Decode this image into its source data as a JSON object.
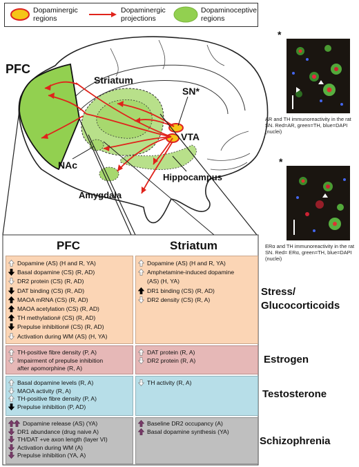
{
  "legend": {
    "dopaminergic_regions": "Dopaminergic regions",
    "dopaminergic_projections": "Dopaminergic projections",
    "dopaminoceptive_regions": "Dopaminoceptive regions"
  },
  "colors": {
    "dopaminergic_fill": "#f5c518",
    "dopaminergic_stroke": "#d22",
    "projection": "#e0231b",
    "dopaminoceptive": "#92d050",
    "stress_bg": "#fbd5b5",
    "estrogen_bg": "#e6b8b7",
    "testosterone_bg": "#b7dee8",
    "schizophrenia_bg": "#bfbfbf",
    "arrow_up_open": "#ffffff",
    "arrow_black": "#000000",
    "arrow_purple": "#7a3b6a"
  },
  "brain_labels": {
    "pfc": "PFC",
    "striatum": "Striatum",
    "sn": "SN*",
    "vta": "VTA",
    "nac": "NAc",
    "hippocampus": "Hippocampus",
    "amygdala": "Amygdala"
  },
  "columns": {
    "pfc": "PFC",
    "striatum": "Striatum"
  },
  "categories": {
    "stress": "Stress/ Glucocorticoids",
    "stress_line1": "Stress/",
    "stress_line2": "Glucocorticoids",
    "estrogen": "Estrogen",
    "testosterone": "Testosterone",
    "schizophrenia": "Schizophrenia"
  },
  "pfc": {
    "stress": [
      {
        "arrow": "up-open",
        "text": "Dopamine (AS) (H and R, YA)"
      },
      {
        "arrow": "down-black",
        "text": "Basal dopamine (CS) (R, AD)"
      },
      {
        "arrow": "down-open",
        "text": "DR2 protein (CS) (R, AD)"
      },
      {
        "arrow": "down-black",
        "text": "DAT binding (CS) (R, AD)"
      },
      {
        "arrow": "up-black",
        "text": "MAOA mRNA (CS) (R, AD)"
      },
      {
        "arrow": "up-black",
        "text": "MAOA acetylation (CS) (R, AD)"
      },
      {
        "arrow": "up-black",
        "text": "TH methylation# (CS) (R, AD)"
      },
      {
        "arrow": "down-black",
        "text": "Prepulse inhibition# (CS) (R, AD)"
      },
      {
        "arrow": "down-open",
        "text": "Activation during WM (AS) (H, YA)"
      }
    ],
    "estrogen": [
      {
        "arrow": "up-open",
        "text": "TH-positive fibre density (P, A)"
      },
      {
        "arrow": "down-open",
        "text": "Impairment of prepulse inhibition"
      },
      {
        "arrow": "none",
        "text": "after apomorphine (R, A)"
      }
    ],
    "testosterone": [
      {
        "arrow": "up-open",
        "text": "Basal dopamine levels (R, A)"
      },
      {
        "arrow": "down-open",
        "text": "MAOA activity (R, A)"
      },
      {
        "arrow": "up-open",
        "text": "TH-positive fibre density (P, A)"
      },
      {
        "arrow": "down-black",
        "text": "Prepulse inhibition (P, AD)"
      }
    ],
    "schizophrenia": [
      {
        "arrow": "up-purple-double",
        "text": "Dopamine release (AS) (YA)"
      },
      {
        "arrow": "down-purple",
        "text": "DR1 abundance (drug naive A)"
      },
      {
        "arrow": "down-purple",
        "text": "TH/DAT +ve axon length (layer VI)"
      },
      {
        "arrow": "down-purple",
        "text": "Activation during WM (A)"
      },
      {
        "arrow": "down-purple",
        "text": "Prepulse inhibition (YA, A)"
      }
    ]
  },
  "striatum": {
    "stress": [
      {
        "arrow": "up-open",
        "text": "Dopamine (AS) (H and R, YA)"
      },
      {
        "arrow": "up-open",
        "text": "Amphetamine-induced dopamine"
      },
      {
        "arrow": "none",
        "text": "(AS) (H, YA)"
      },
      {
        "arrow": "up-black",
        "text": "DR1 binding (CS) (R, AD)"
      },
      {
        "arrow": "down-open",
        "text": "DR2 density (CS) (R, A)"
      }
    ],
    "estrogen": [
      {
        "arrow": "up-open",
        "text": "DAT protein (R, A)"
      },
      {
        "arrow": "down-open",
        "text": "DR2 protein (R, A)"
      }
    ],
    "testosterone": [
      {
        "arrow": "down-open",
        "text": "TH activity (R, A)"
      }
    ],
    "schizophrenia": [
      {
        "arrow": "up-purple",
        "text": "Baseline DR2 occupancy (A)"
      },
      {
        "arrow": "up-purple",
        "text": "Basal dopamine synthesis (YA)"
      }
    ]
  },
  "micrographs": {
    "star": "*",
    "ar_caption": "AR and TH immunoreactivity in the rat SN. Red=AR, green=TH, blue=DAPI (nuclei)",
    "er_caption": "ERα and TH immunoreactivity in the rat SN. Red= ERα, green=TH, blue=DAPI (nuclei)"
  }
}
